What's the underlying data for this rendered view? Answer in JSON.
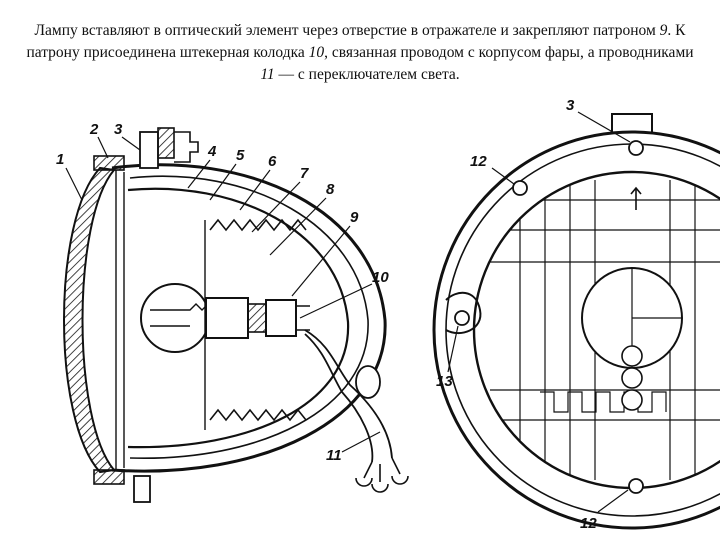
{
  "caption": {
    "t1": "Лампу вставляют в оптический элемент через отверстие в отражателе и закрепляют патроном ",
    "n1": "9",
    "t2": ". К патрону присоединена штекерная колодка ",
    "n2": "10",
    "t3": ", связанная проводом с корпусом фары, а проводниками ",
    "n3": "11",
    "t4": " — с переключателем света."
  },
  "labels": [
    "1",
    "2",
    "3",
    "4",
    "5",
    "6",
    "7",
    "8",
    "9",
    "10",
    "11",
    "3",
    "12",
    "13",
    "12"
  ],
  "colors": {
    "ink": "#111111",
    "paper": "#ffffff"
  }
}
